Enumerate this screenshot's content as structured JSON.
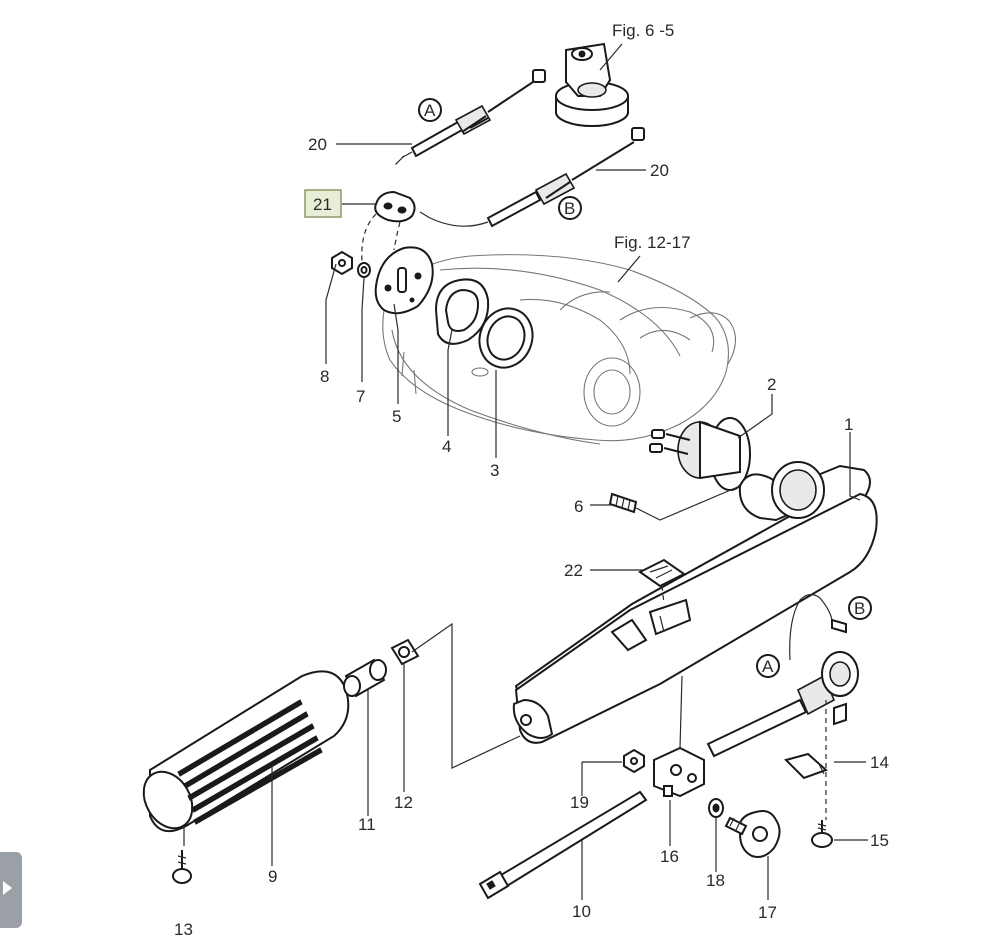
{
  "figure_refs": {
    "fig_6_5": "Fig. 6 -5",
    "fig_12_17": "Fig. 12-17"
  },
  "connectors": {
    "a": "A",
    "b": "B"
  },
  "callouts": {
    "p1": "1",
    "p2": "2",
    "p3": "3",
    "p4": "4",
    "p5": "5",
    "p6": "6",
    "p7": "7",
    "p8": "8",
    "p9": "9",
    "p10": "10",
    "p11": "11",
    "p12": "12",
    "p13": "13",
    "p14": "14",
    "p15": "15",
    "p16": "16",
    "p17": "17",
    "p18": "18",
    "p19": "19",
    "p20a": "20",
    "p20b": "20",
    "p21": "21",
    "p22": "22"
  },
  "highlighted_part": "21",
  "colors": {
    "line": "#1a1a1a",
    "highlight_fill": "#e8eed6",
    "highlight_border": "#8a9a68",
    "side_tab": "#9aa0a6"
  }
}
